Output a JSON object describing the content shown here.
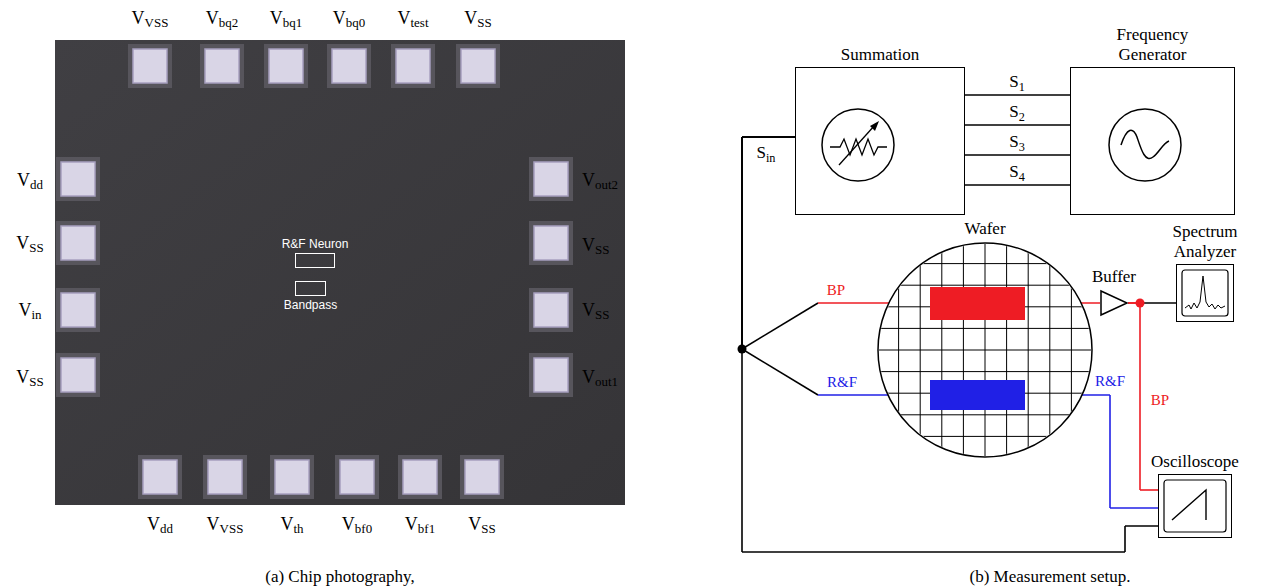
{
  "diagram": {
    "nodes": [
      {
        "text": [
          "R&F Neuron"
        ]
      },
      {
        "text": [
          "Bandpass"
        ]
      },
      {
        "text": [
          "Summation"
        ]
      },
      {
        "text": [
          "Frequency Generator"
        ]
      },
      {
        "text": [
          "Wafer"
        ]
      },
      {
        "text": [
          "Buffer"
        ]
      },
      {
        "text": [
          "Spectrum Analyzer"
        ]
      },
      {
        "text": [
          "Oscilloscope"
        ]
      }
    ],
    "edges": [
      {
        "from": 3,
        "to": 2,
        "arrow": "none",
        "label": "S1"
      },
      {
        "from": 3,
        "to": 2,
        "arrow": "none",
        "label": "S2"
      },
      {
        "from": 3,
        "to": 2,
        "arrow": "none",
        "label": "S3"
      },
      {
        "from": 3,
        "to": 2,
        "arrow": "none",
        "label": "S4"
      },
      {
        "from": 2,
        "to": 7,
        "arrow": "none",
        "label": "Sin"
      },
      {
        "from": 2,
        "to": 4,
        "arrow": "none",
        "label": "BP"
      },
      {
        "from": 2,
        "to": 4,
        "arrow": "none",
        "label": "R&F"
      },
      {
        "from": 4,
        "to": 5,
        "arrow": "none"
      },
      {
        "from": 5,
        "to": 6,
        "arrow": "none"
      },
      {
        "from": 5,
        "to": 7,
        "arrow": "none",
        "label": "BP"
      },
      {
        "from": 4,
        "to": 7,
        "arrow": "none",
        "label": "R&F"
      }
    ],
    "labels": [
      "VVSS",
      "Vbq2",
      "Vbq1",
      "Vbq0",
      "Vtest",
      "VSS",
      "Vdd",
      "VSS",
      "Vin",
      "VSS",
      "Vout2",
      "VSS",
      "VSS",
      "Vout1",
      "Vdd",
      "VVSS",
      "Vth",
      "Vbf0",
      "Vbf1",
      "VSS",
      "(a) Chip photography,",
      "(b) Measurement setup."
    ]
  }
}
